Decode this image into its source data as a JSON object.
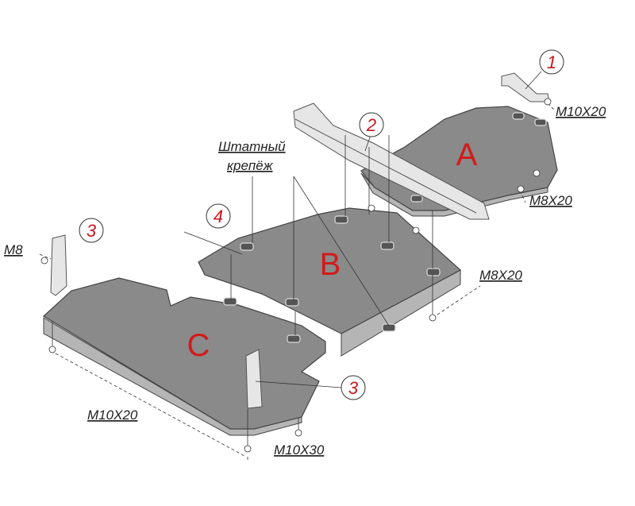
{
  "parts": {
    "a": "A",
    "b": "B",
    "c": "C"
  },
  "callouts": {
    "c1": "1",
    "c2": "2",
    "c3a": "3",
    "c3b": "3",
    "c4": "4"
  },
  "fasteners": {
    "a_top": "M10X20",
    "a_bottom": "M8X20",
    "b_right": "M8X20",
    "bracket_left": "M8",
    "c_left": "M10X20",
    "c_bottom": "M10X30"
  },
  "standard_fastener": {
    "line1": "Штатный",
    "line2": "крепёж"
  }
}
